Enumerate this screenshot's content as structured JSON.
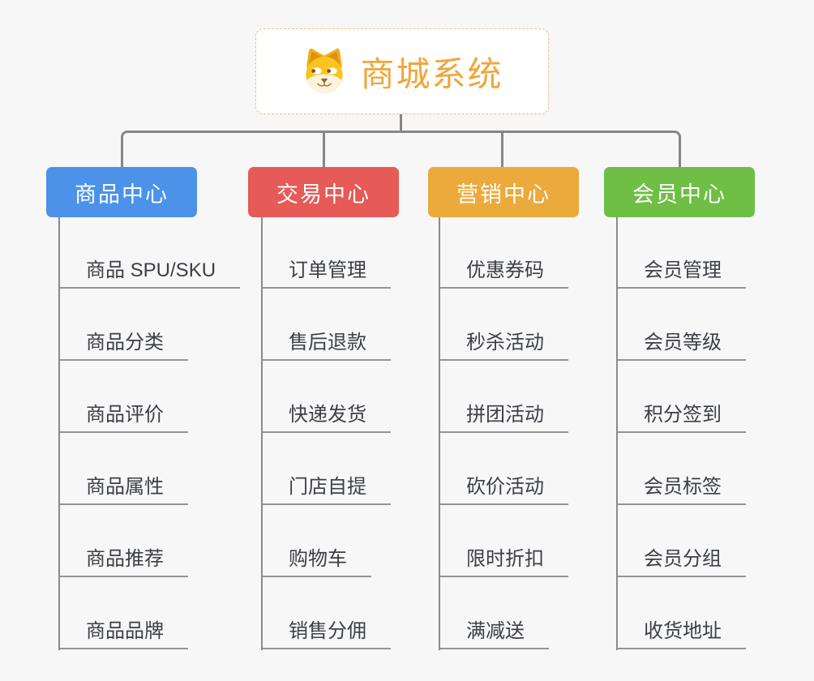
{
  "root": {
    "title": "商城系统",
    "icon": "doge-face-icon"
  },
  "branches": [
    {
      "label": "商品中心",
      "color": "#4b92e8",
      "children": [
        "商品 SPU/SKU",
        "商品分类",
        "商品评价",
        "商品属性",
        "商品推荐",
        "商品品牌"
      ]
    },
    {
      "label": "交易中心",
      "color": "#e65a57",
      "children": [
        "订单管理",
        "售后退款",
        "快递发货",
        "门店自提",
        "购物车",
        "销售分佣"
      ]
    },
    {
      "label": "营销中心",
      "color": "#ebaa3b",
      "children": [
        "优惠券码",
        "秒杀活动",
        "拼团活动",
        "砍价活动",
        "限时折扣",
        "满减送"
      ]
    },
    {
      "label": "会员中心",
      "color": "#6fbe45",
      "children": [
        "会员管理",
        "会员等级",
        "积分签到",
        "会员标签",
        "会员分组",
        "收货地址"
      ]
    }
  ],
  "colors": {
    "background": "#f7f7f7",
    "root_text": "#f0a63c",
    "root_border": "#f3c27e",
    "connector": "#868686",
    "leaf_text": "#3c3f45",
    "leaf_underline": "#949494"
  }
}
